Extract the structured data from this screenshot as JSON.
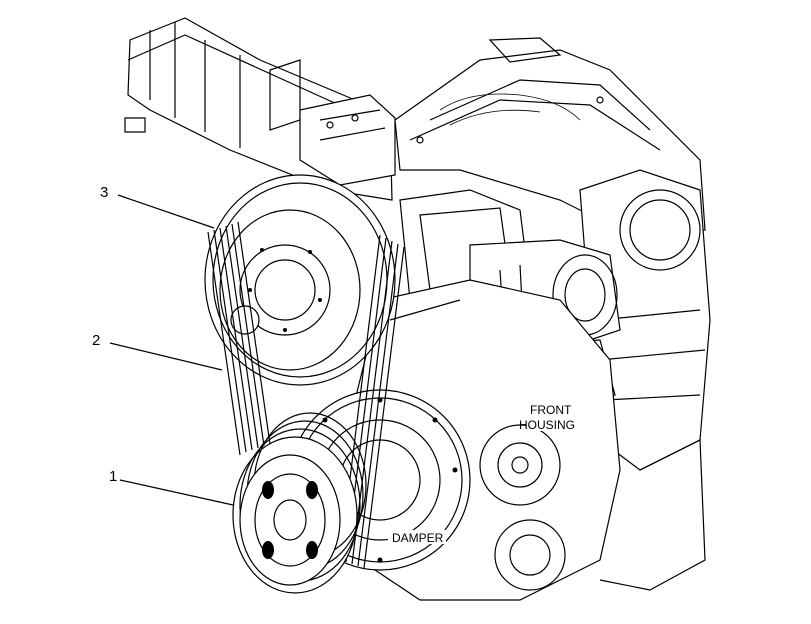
{
  "figure": {
    "callouts": [
      {
        "id": "1",
        "text": "1"
      },
      {
        "id": "2",
        "text": "2"
      },
      {
        "id": "3",
        "text": "3"
      }
    ],
    "labels": {
      "front_housing_line1": "FRONT",
      "front_housing_line2": "HOUSING",
      "damper": "DAMPER"
    }
  }
}
